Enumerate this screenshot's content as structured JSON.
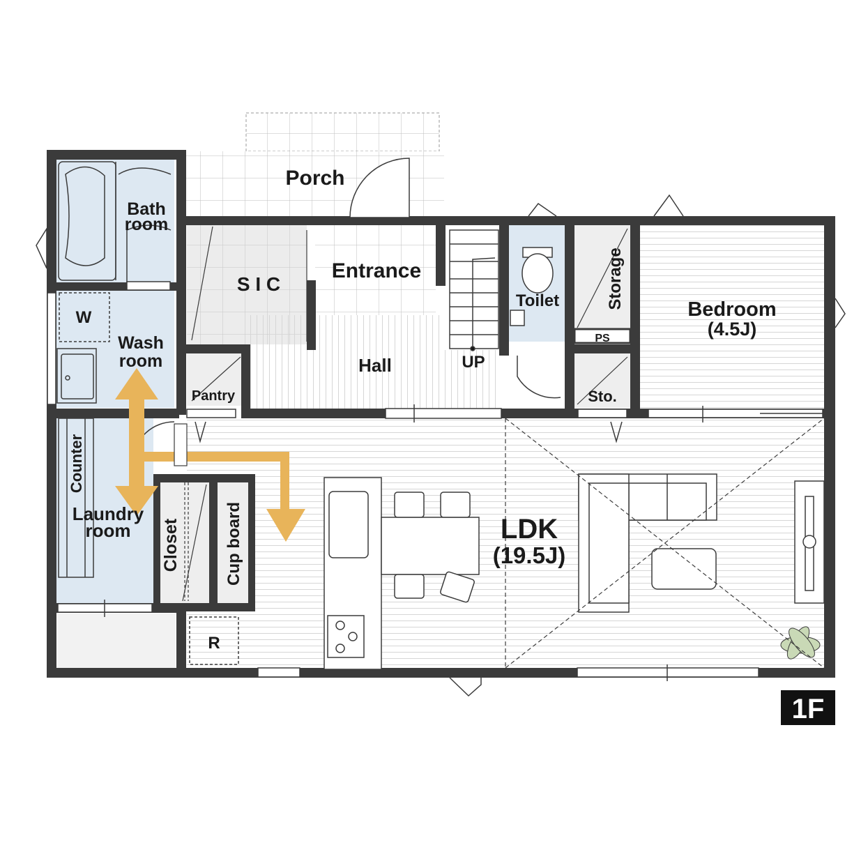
{
  "floor_badge": "1F",
  "rooms": {
    "porch": "Porch",
    "bath_line1": "Bath",
    "bath_line2": "room",
    "sic": "S I C",
    "entrance": "Entrance",
    "toilet": "Toilet",
    "storage": "Storage",
    "bedroom": "Bedroom",
    "bedroom_size": "(4.5J)",
    "ps": "PS",
    "w": "W",
    "wash_line1": "Wash",
    "wash_line2": "room",
    "hall": "Hall",
    "up": "UP",
    "pantry": "Pantry",
    "sto": "Sto.",
    "counter": "Counter",
    "laundry_line1": "Laundry",
    "laundry_line2": "room",
    "closet": "Closet",
    "cupboard": "Cup board",
    "ldk": "LDK",
    "ldk_size": "(19.5J)",
    "r": "R"
  },
  "colors": {
    "wall": "#3b3b3b",
    "wet_area": "#dde8f2",
    "tile_area": "#eeeeee",
    "floor_line": "#d8d8d8",
    "arrow": "#e8b45a",
    "badge_bg": "#111111",
    "badge_text": "#ffffff"
  }
}
